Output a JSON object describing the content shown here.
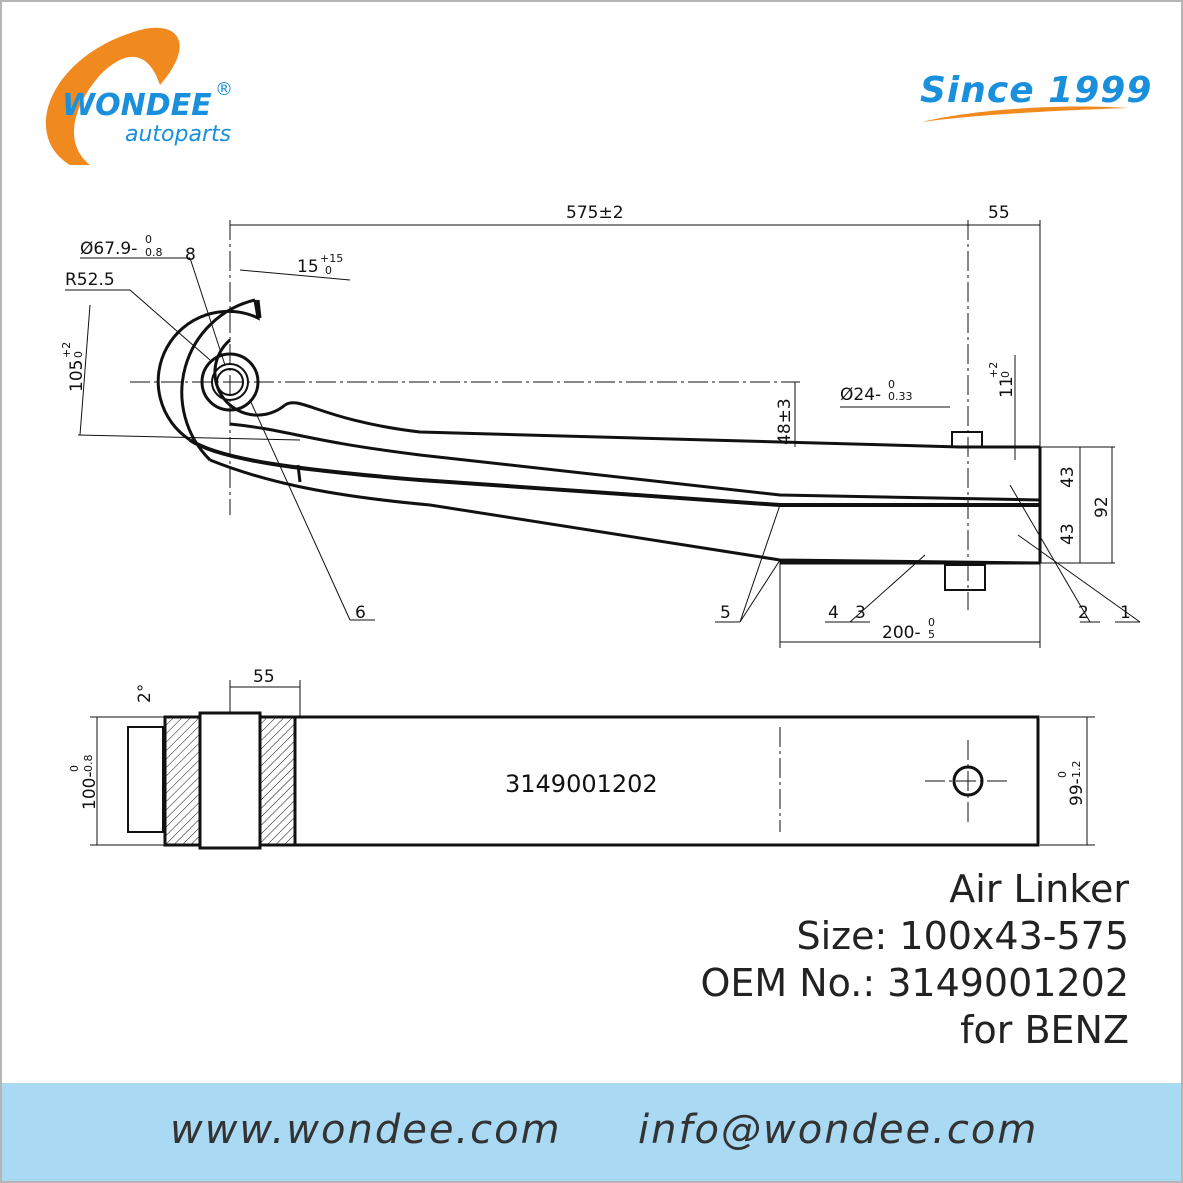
{
  "brand": {
    "name": "WONDEE",
    "sub": "autoparts",
    "registered": "®",
    "since": "Since 1999",
    "colors": {
      "orange": "#f0891e",
      "blue": "#1a8fdc",
      "footer": "#a9d9f3"
    }
  },
  "dims": {
    "length": "575±2",
    "end_width": "55",
    "eye_dia": "Ø67.9-",
    "eye_dia_tol_up": "0",
    "eye_dia_tol_low": "0.8",
    "eight": "8",
    "angle15": "15",
    "angle15_tol_up": "+15",
    "angle15_tol_low": "0",
    "radius": "R52.5",
    "height105": "105",
    "height105_tol": "+2",
    "height105_tol2": "0",
    "drop": "48±3",
    "bolt_dia": "Ø24-",
    "bolt_tol_up": "0",
    "bolt_tol_low": "0.33",
    "eleven": "11",
    "eleven_tol_up": "+2",
    "eleven_tol_low": "0",
    "leaf1": "43",
    "leaf2": "43",
    "total": "92",
    "pad_len": "200-",
    "pad_tol_up": "0",
    "pad_tol_low": "5",
    "top_width": "55",
    "taper": "2°",
    "width100": "100-",
    "width100_tol_up": "0",
    "width100_tol_low": "0.8",
    "width99": "99-",
    "width99_tol_up": "0",
    "width99_tol_low": "1.2",
    "part_mark": "3149001202"
  },
  "callouts": [
    "1",
    "2",
    "3",
    "4",
    "5",
    "6"
  ],
  "product": {
    "name": "Air Linker",
    "size": "Size: 100x43-575",
    "oem": "OEM No.: 3149001202",
    "make": "for BENZ"
  },
  "footer": {
    "website": "www.wondee.com",
    "email": "info@wondee.com"
  }
}
